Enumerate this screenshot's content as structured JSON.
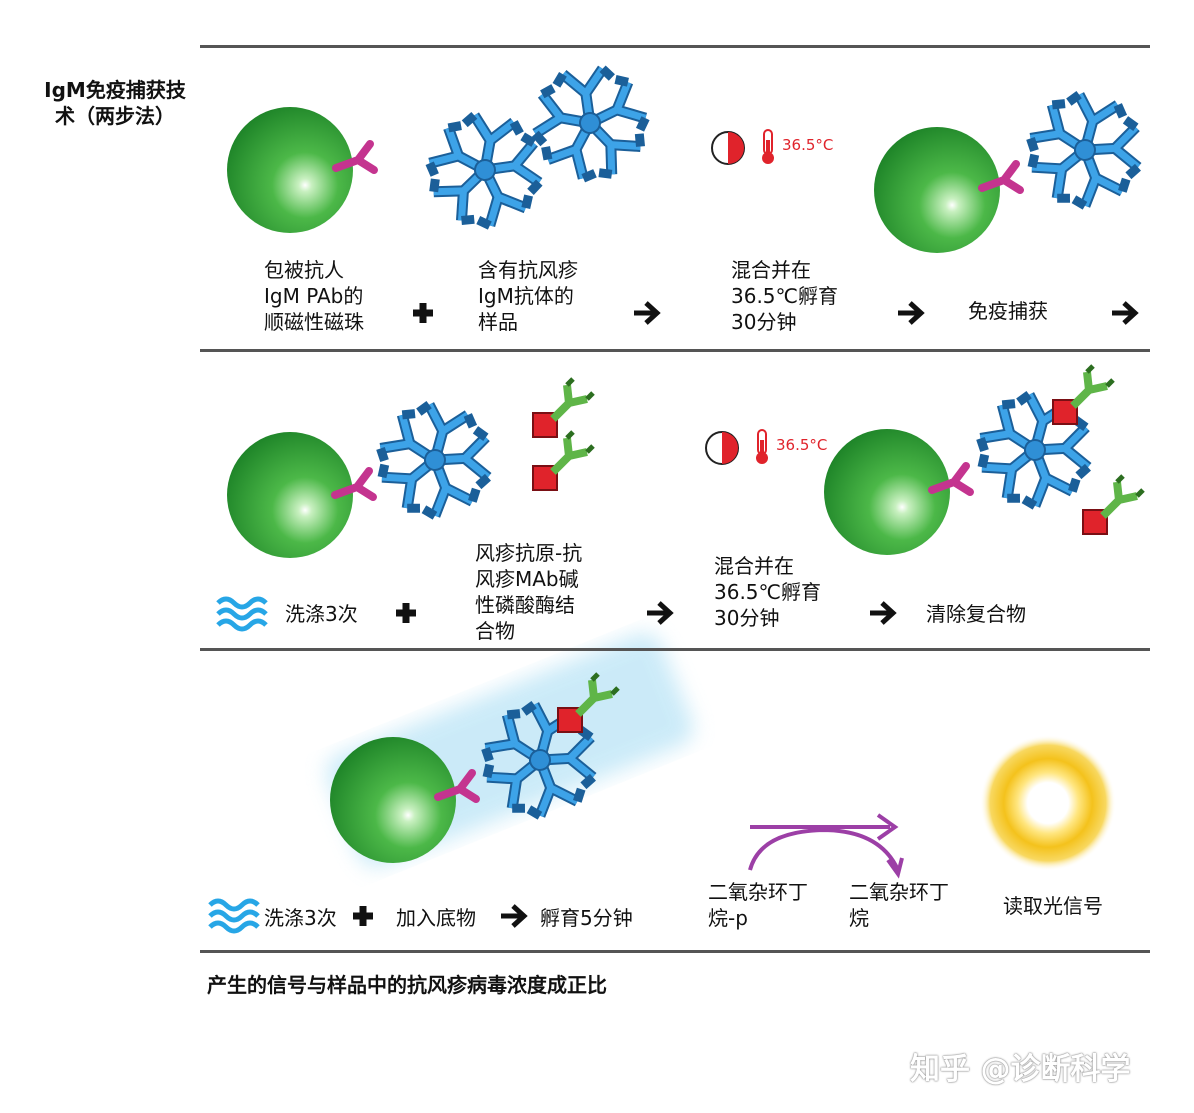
{
  "method": {
    "title": "IgM免疫捕获技\n术（两步法）"
  },
  "temperature": "36.5°C",
  "row1": {
    "beads": "包被抗人\nIgM PAb的\n顺磁性磁珠",
    "sample": "含有抗风疹\nIgM抗体的\n样品",
    "incubate": "混合并在\n36.5℃孵育\n30分钟",
    "result": "免疫捕获"
  },
  "row2": {
    "wash": "洗涤3次",
    "conjugate": "风疹抗原-抗\n风疹MAb碱\n性磷酸酶结\n合物",
    "incubate": "混合并在\n36.5℃孵育\n30分钟",
    "result": "清除复合物"
  },
  "row3": {
    "wash": "洗涤3次",
    "substrate": "加入底物",
    "incubate": "孵育5分钟",
    "dioxetane_p": "二氧杂环丁\n烷-p",
    "dioxetane": "二氧杂环丁\n烷",
    "read": "读取光信号"
  },
  "footer": {
    "conclusion": "产生的信号与样品中的抗风疹病毒浓度成正比"
  },
  "watermark": "知乎 @诊断科学",
  "colors": {
    "bead": "#2e9e3a",
    "antibody": "#2f8fd6",
    "capture": "#c4348f",
    "label_green": "#5fb548",
    "label_red": "#e0232b",
    "signal": "#f4c21c",
    "arrow_purple": "#9c3fa6",
    "temp_red": "#e0232b"
  }
}
